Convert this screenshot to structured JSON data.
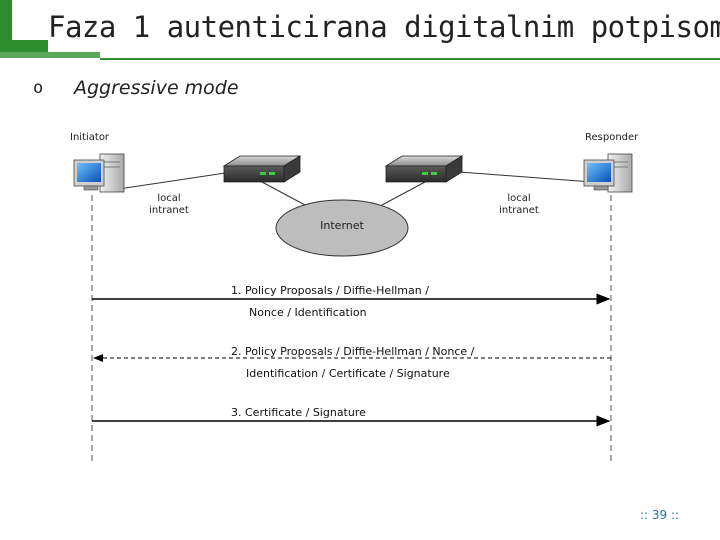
{
  "slide": {
    "title": "Faza 1 autenticirana digitalnim potpisom",
    "bullet": "o",
    "subtitle": "Aggressive mode",
    "page_number": ":: 39 ::"
  },
  "diagram": {
    "initiator_label": "Initiator",
    "responder_label": "Responder",
    "left_network_label": [
      "local",
      "intranet"
    ],
    "right_network_label": [
      "local",
      "intranet"
    ],
    "cloud_label": "Internet",
    "messages": [
      {
        "direction": "initiator-to-responder",
        "line1": "1.  Policy Proposals /   Diffie-Hellman /",
        "line2": "Nonce / Identification"
      },
      {
        "direction": "responder-to-initiator",
        "line1": "2. Policy Proposals / Diffie-Hellman / Nonce /",
        "line2": "Identification  /     Certificate / Signature"
      },
      {
        "direction": "initiator-to-responder",
        "line1": "3. Certificate / Signature",
        "line2": ""
      }
    ],
    "colors": {
      "accent": "#2e8b2e",
      "page_number": "#1f6fb0"
    }
  }
}
